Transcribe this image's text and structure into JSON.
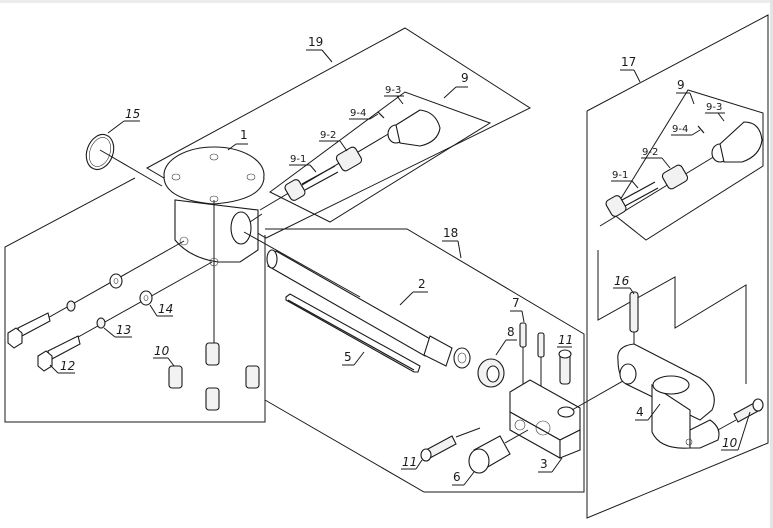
{
  "diagram": {
    "type": "exploded-parts-view",
    "groups": {
      "g19": "19",
      "g9_left": "9",
      "g17": "17",
      "g9_right": "9",
      "g18": "18"
    },
    "callouts": {
      "c1": "1",
      "c2": "2",
      "c3": "3",
      "c4": "4",
      "c5": "5",
      "c6": "6",
      "c7": "7",
      "c8": "8",
      "c10a": "10",
      "c10b": "10",
      "c11a": "11",
      "c11b": "11",
      "c12": "12",
      "c13": "13",
      "c14": "14",
      "c15": "15",
      "c16": "16",
      "l91": "9-1",
      "l92": "9-2",
      "l93": "9-3",
      "l94": "9-4",
      "r91": "9-1",
      "r92": "9-2",
      "r93": "9-3",
      "r94": "9-4"
    }
  }
}
